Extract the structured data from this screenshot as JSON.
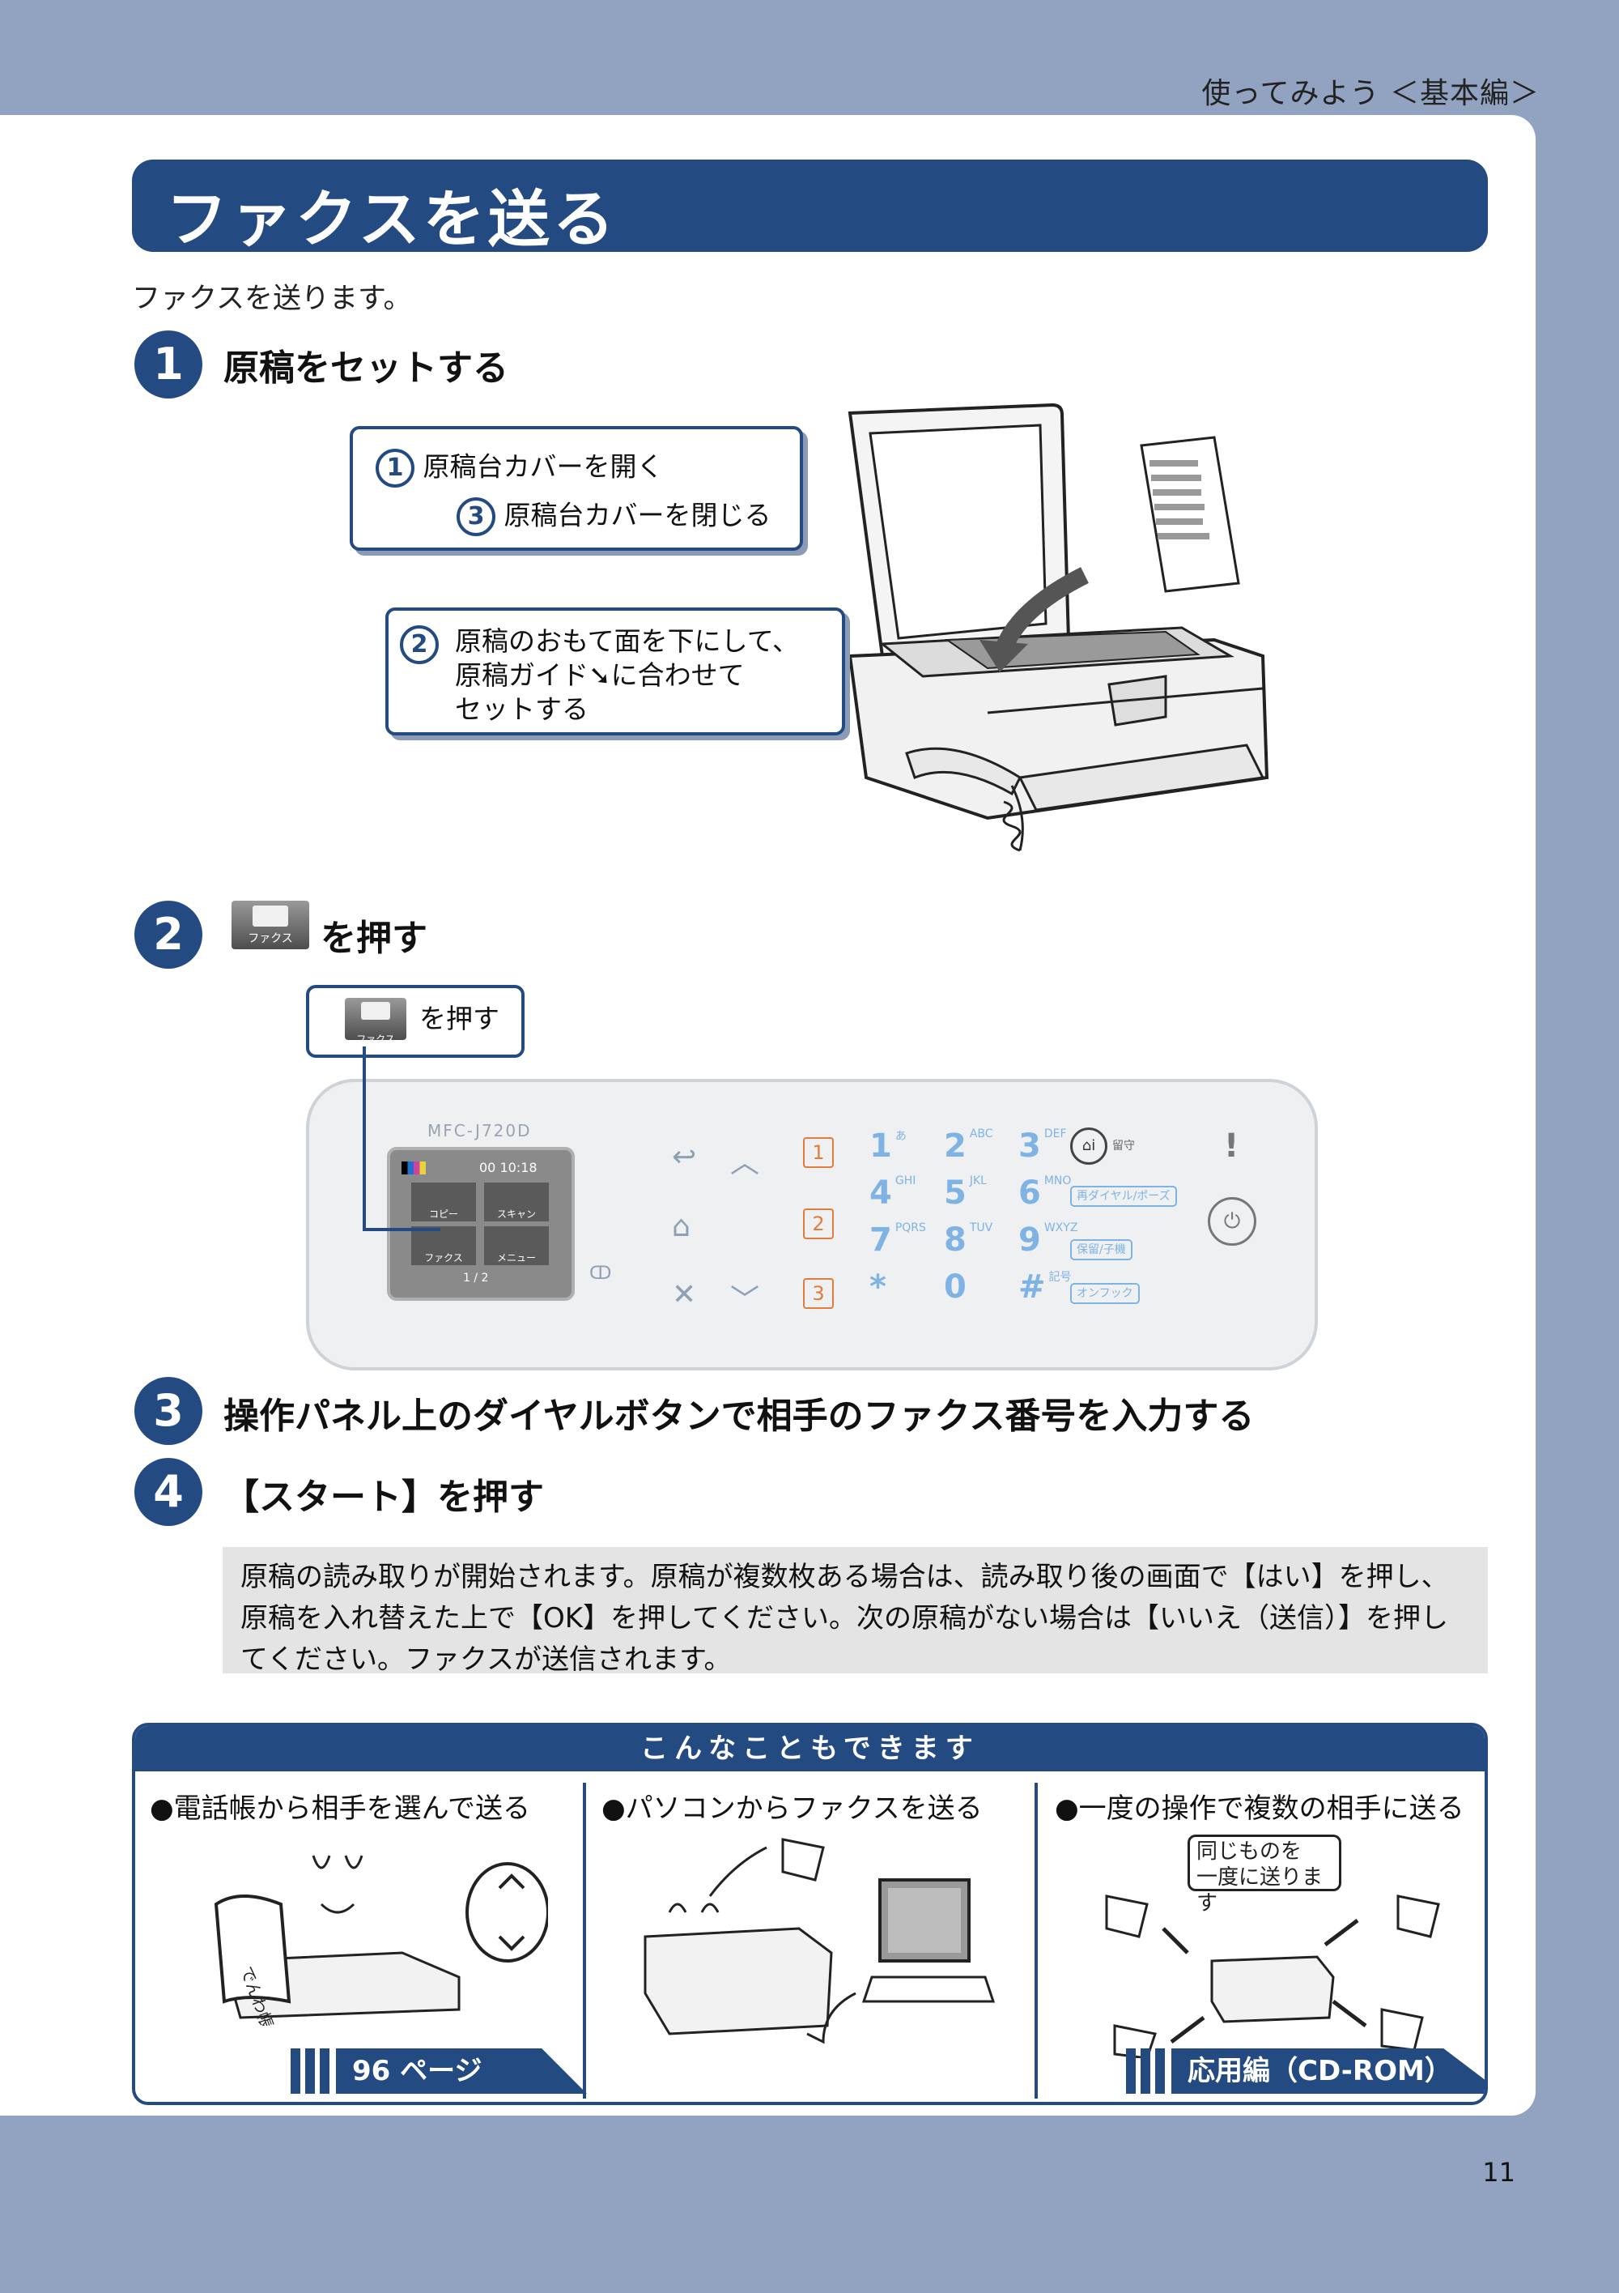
{
  "header": {
    "section_label": "使ってみよう ＜基本編＞"
  },
  "title": "ファクスを送る",
  "intro": "ファクスを送ります。",
  "steps": [
    {
      "num": "1",
      "title": "原稿をセットする"
    },
    {
      "num": "2",
      "title": "を押す"
    },
    {
      "num": "3",
      "title": "操作パネル上のダイヤルボタンで相手のファクス番号を入力する"
    },
    {
      "num": "4",
      "title": "【スタート】を押す"
    }
  ],
  "callouts": {
    "open_cover_num": "1",
    "open_cover": "原稿台カバーを開く",
    "close_cover_num": "3",
    "close_cover": "原稿台カバーを閉じる",
    "set_doc_num": "2",
    "set_doc_line1": "原稿のおもて面を下にして、",
    "set_doc_line2": "原稿ガイド",
    "set_doc_line2_arrow": "➘",
    "set_doc_line2_after": "に合わせて",
    "set_doc_line3": "セットする",
    "press_fax": "を押す",
    "fax_icon_label": "ファクス"
  },
  "control_panel": {
    "model": "MFC-J720D",
    "lcd": {
      "time": "00 10:18",
      "tiles": [
        "コピー",
        "スキャン",
        "ファクス",
        "メニュー"
      ],
      "pager": "1 / 2"
    },
    "star_keys": [
      "1",
      "2",
      "3"
    ],
    "keypad": [
      {
        "digit": "1",
        "sub": "あ"
      },
      {
        "digit": "2",
        "sub": "ABC"
      },
      {
        "digit": "3",
        "sub": "DEF"
      },
      {
        "digit": "4",
        "sub": "GHI"
      },
      {
        "digit": "5",
        "sub": "JKL"
      },
      {
        "digit": "6",
        "sub": "MNO"
      },
      {
        "digit": "7",
        "sub": "PQRS"
      },
      {
        "digit": "8",
        "sub": "TUV"
      },
      {
        "digit": "9",
        "sub": "WXYZ"
      },
      {
        "digit": "*",
        "sub": ""
      },
      {
        "digit": "0",
        "sub": ""
      },
      {
        "digit": "#",
        "sub": "記号"
      }
    ],
    "side_buttons": [
      "再ダイヤル/ポーズ",
      "保留/子機",
      "オンフック"
    ],
    "rusu_label": "留守",
    "power_icon": "power-icon"
  },
  "step4_note": "原稿の読み取りが開始されます。原稿が複数枚ある場合は、読み取り後の画面で【はい】を押し、原稿を入れ替えた上で【OK】を押してください。次の原稿がない場合は【いいえ（送信）】を押してください。ファクスが送信されます。",
  "extras": {
    "header": "こんなこともできます",
    "columns": [
      {
        "title": "●電話帳から相手を選んで送る",
        "ref": "96 ページ",
        "illust_text": "でんわ帳"
      },
      {
        "title": "●パソコンからファクスを送る",
        "ref": ""
      },
      {
        "title": "●一度の操作で複数の相手に送る",
        "ref": "応用編（CD-ROM）",
        "bubble": "同じものを\n一度に送ります"
      }
    ]
  },
  "page_number": "11",
  "colors": {
    "brand": "#234a81",
    "background": "#91a3c1",
    "key_blue": "#7fb3e4",
    "star_orange": "#e27c3c"
  }
}
